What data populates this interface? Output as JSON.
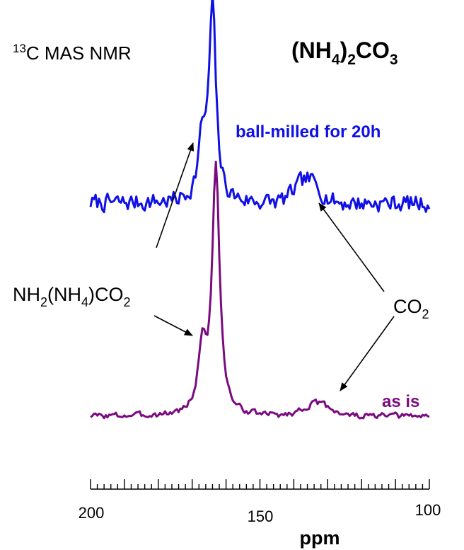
{
  "chart_data": {
    "type": "line",
    "title_nucleus": "13",
    "title_text": "C MAS NMR",
    "compound": {
      "main1": "(NH",
      "sub1": "4",
      "main2": ")",
      "sub2": "2",
      "main3": "CO",
      "sub3": "3"
    },
    "xlabel": "ppm",
    "xlim": [
      200,
      100
    ],
    "x_reversed": true,
    "x_ticks": [
      "200",
      "150",
      "100"
    ],
    "minor_tick_step": 2,
    "y_axis_visible": false,
    "grid": false,
    "series": [
      {
        "name": "ball-milled for 20h",
        "color": "#1010e6",
        "peak_x": 164,
        "peak_height": 1.0,
        "peak_width": 1.2,
        "shoulder_x": 167,
        "shoulder_height": 0.3,
        "shoulder_width": 1.4,
        "broad_x": 136,
        "broad_height": 0.12,
        "broad_width": 3.5,
        "noise": 0.045,
        "seed": 7
      },
      {
        "name": "as is",
        "color": "#7a0a80",
        "peak_x": 163,
        "peak_height": 1.0,
        "peak_width": 1.3,
        "shoulder_x": 167,
        "shoulder_height": 0.26,
        "shoulder_width": 1.4,
        "broad_x": 133,
        "broad_height": 0.05,
        "broad_width": 4,
        "noise": 0.012,
        "seed": 3
      }
    ],
    "annotations": {
      "carbamate": {
        "main1": "NH",
        "sub1": "2",
        "main2": "(NH",
        "sub2": "4",
        "main3": ")CO",
        "sub3": "2"
      },
      "co2": {
        "main": "CO",
        "sub": "2"
      }
    }
  }
}
